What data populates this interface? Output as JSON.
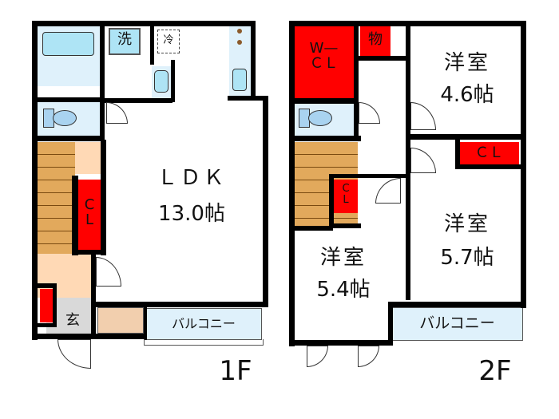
{
  "floors": [
    {
      "label": "1F",
      "rooms": [
        {
          "name": "ldk",
          "label": "ＬＤＫ",
          "size": "13.0帖"
        },
        {
          "name": "closet",
          "label": "C\nL"
        },
        {
          "name": "entrance",
          "label": "玄"
        },
        {
          "name": "washer",
          "label": "洗"
        },
        {
          "name": "fridge",
          "label": "冷"
        },
        {
          "name": "balcony",
          "label": "バルコニー"
        }
      ]
    },
    {
      "label": "2F",
      "rooms": [
        {
          "name": "western-room-1",
          "label": "洋室",
          "size": "4.6帖"
        },
        {
          "name": "western-room-2",
          "label": "洋室",
          "size": "5.7帖"
        },
        {
          "name": "western-room-3",
          "label": "洋室",
          "size": "5.4帖"
        },
        {
          "name": "walk-in-closet",
          "label": "W—\nＣＬ"
        },
        {
          "name": "storage",
          "label": "物"
        },
        {
          "name": "closet-a",
          "label": "ＣＬ"
        },
        {
          "name": "closet-b",
          "label": "C\nL"
        },
        {
          "name": "balcony",
          "label": "バルコニー"
        }
      ]
    }
  ],
  "colors": {
    "wall": "#000000",
    "closet": "#ff0000",
    "wet_area": "#dff1fb",
    "stairs": "#e2a95c",
    "hall_floor": "#ffd9b5",
    "entrance_floor": "#d9d9d9"
  }
}
